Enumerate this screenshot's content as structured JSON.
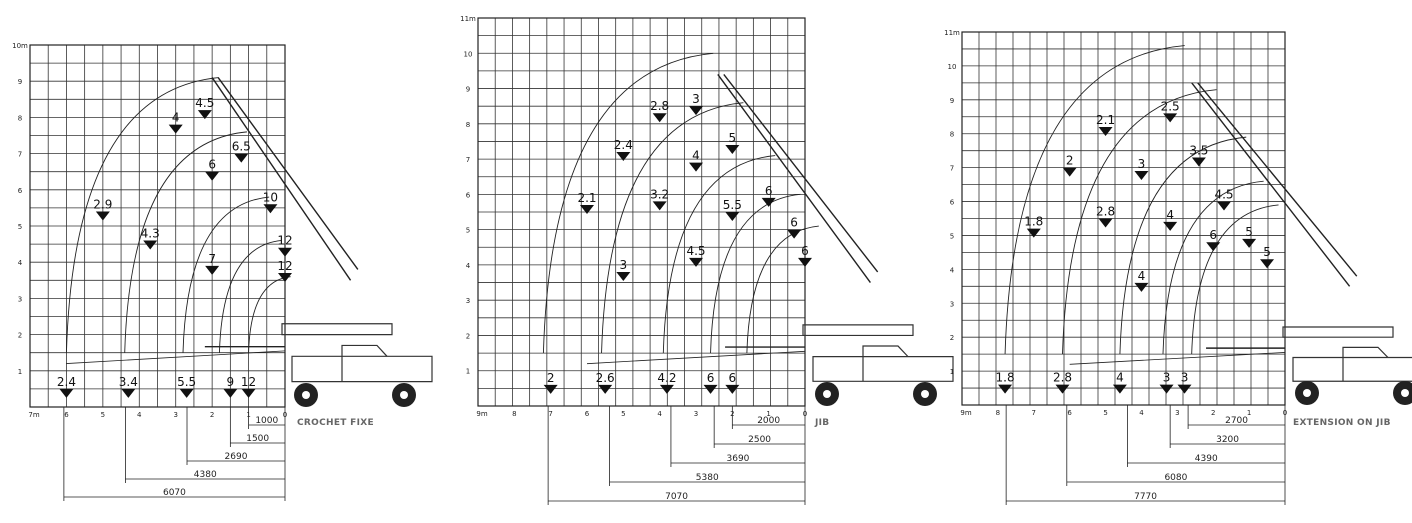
{
  "panels": [
    {
      "caption": "CROCHET FIXE",
      "y_ticks": [
        "10m",
        "9",
        "8",
        "7",
        "6",
        "5",
        "4",
        "3",
        "2",
        "1"
      ],
      "x_ticks": [
        "7m",
        "6",
        "5",
        "4",
        "3",
        "2",
        "1",
        "0"
      ],
      "loads": [
        {
          "label": "2.9",
          "x": 5,
          "y": 5.4
        },
        {
          "label": "4",
          "x": 3,
          "y": 7.8
        },
        {
          "label": "4.5",
          "x": 2.2,
          "y": 8.2
        },
        {
          "label": "4.3",
          "x": 3.7,
          "y": 4.6
        },
        {
          "label": "6",
          "x": 2,
          "y": 6.5
        },
        {
          "label": "6.5",
          "x": 1.2,
          "y": 7.0
        },
        {
          "label": "7",
          "x": 2,
          "y": 3.9
        },
        {
          "label": "10",
          "x": 0.4,
          "y": 5.6
        },
        {
          "label": "12",
          "x": 0,
          "y": 4.4
        },
        {
          "label": "12",
          "x": 0,
          "y": 3.7
        },
        {
          "label": "2.4",
          "x": 6,
          "y": 0.5
        },
        {
          "label": "3.4",
          "x": 4.3,
          "y": 0.5
        },
        {
          "label": "5.5",
          "x": 2.7,
          "y": 0.5
        },
        {
          "label": "9",
          "x": 1.5,
          "y": 0.5
        },
        {
          "label": "12",
          "x": 1,
          "y": 0.5
        }
      ],
      "dims": [
        "1000",
        "1500",
        "2690",
        "4380",
        "6070"
      ]
    },
    {
      "caption": "JIB",
      "y_ticks": [
        "11m",
        "10",
        "9",
        "8",
        "7",
        "6",
        "5",
        "4",
        "3",
        "2",
        "1"
      ],
      "x_ticks": [
        "9m",
        "8",
        "7",
        "6",
        "5",
        "4",
        "3",
        "2",
        "1",
        "0"
      ],
      "loads": [
        {
          "label": "2.8",
          "x": 4,
          "y": 8.3
        },
        {
          "label": "3",
          "x": 3,
          "y": 8.5
        },
        {
          "label": "2.4",
          "x": 5,
          "y": 7.2
        },
        {
          "label": "5",
          "x": 2,
          "y": 7.4
        },
        {
          "label": "4",
          "x": 3,
          "y": 6.9
        },
        {
          "label": "2.1",
          "x": 6,
          "y": 5.7
        },
        {
          "label": "3.2",
          "x": 4,
          "y": 5.8
        },
        {
          "label": "6",
          "x": 1,
          "y": 5.9
        },
        {
          "label": "5.5",
          "x": 2,
          "y": 5.5
        },
        {
          "label": "6",
          "x": 0.3,
          "y": 5.0
        },
        {
          "label": "3",
          "x": 5,
          "y": 3.8
        },
        {
          "label": "4.5",
          "x": 3,
          "y": 4.2
        },
        {
          "label": "6",
          "x": 0,
          "y": 4.2
        },
        {
          "label": "2",
          "x": 7,
          "y": 0.6
        },
        {
          "label": "2.6",
          "x": 5.5,
          "y": 0.6
        },
        {
          "label": "4.2",
          "x": 3.8,
          "y": 0.6
        },
        {
          "label": "6",
          "x": 2.6,
          "y": 0.6
        },
        {
          "label": "6",
          "x": 2,
          "y": 0.6
        }
      ],
      "dims": [
        "2000",
        "2500",
        "3690",
        "5380",
        "7070"
      ]
    },
    {
      "caption": "EXTENSION ON JIB",
      "y_ticks": [
        "11m",
        "10",
        "9",
        "8",
        "7",
        "6",
        "5",
        "4",
        "3",
        "2",
        "1"
      ],
      "x_ticks": [
        "9m",
        "8",
        "7",
        "6",
        "5",
        "4",
        "3",
        "2",
        "1",
        "0"
      ],
      "loads": [
        {
          "label": "2.5",
          "x": 3.2,
          "y": 8.6
        },
        {
          "label": "2.1",
          "x": 5,
          "y": 8.2
        },
        {
          "label": "3.5",
          "x": 2.4,
          "y": 7.3
        },
        {
          "label": "2",
          "x": 6,
          "y": 7.0
        },
        {
          "label": "3",
          "x": 4,
          "y": 6.9
        },
        {
          "label": "4.5",
          "x": 1.7,
          "y": 6.0
        },
        {
          "label": "1.8",
          "x": 7,
          "y": 5.2
        },
        {
          "label": "2.8",
          "x": 5,
          "y": 5.5
        },
        {
          "label": "4",
          "x": 3.2,
          "y": 5.4
        },
        {
          "label": "5",
          "x": 1,
          "y": 4.9
        },
        {
          "label": "6",
          "x": 2,
          "y": 4.8
        },
        {
          "label": "5",
          "x": 0.5,
          "y": 4.3
        },
        {
          "label": "4",
          "x": 4,
          "y": 3.6
        },
        {
          "label": "1.8",
          "x": 7.8,
          "y": 0.6
        },
        {
          "label": "2.8",
          "x": 6.2,
          "y": 0.6
        },
        {
          "label": "4",
          "x": 4.6,
          "y": 0.6
        },
        {
          "label": "3",
          "x": 3.3,
          "y": 0.6
        },
        {
          "label": "3",
          "x": 2.8,
          "y": 0.6
        }
      ],
      "dims": [
        "2700",
        "3200",
        "4390",
        "6080",
        "7770"
      ]
    }
  ]
}
